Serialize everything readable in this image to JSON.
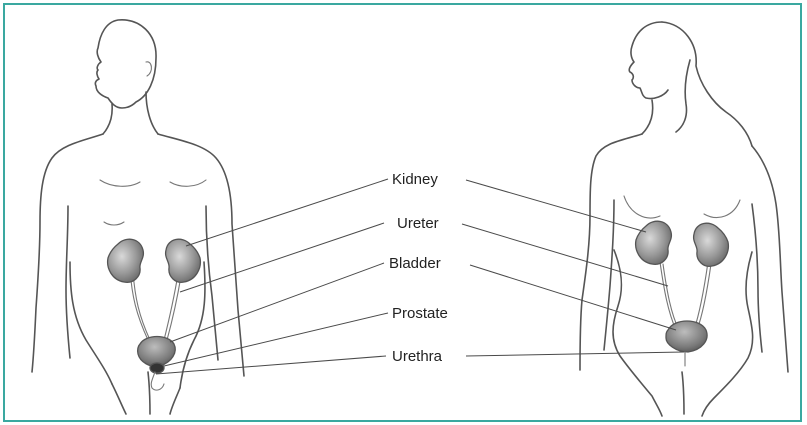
{
  "labels": {
    "kidney": "Kidney",
    "ureter": "Ureter",
    "bladder": "Bladder",
    "prostate": "Prostate",
    "urethra": "Urethra"
  },
  "colors": {
    "border": "#3aa8a0",
    "organ_fill": "#9a9a9a",
    "outline": "#555555"
  }
}
